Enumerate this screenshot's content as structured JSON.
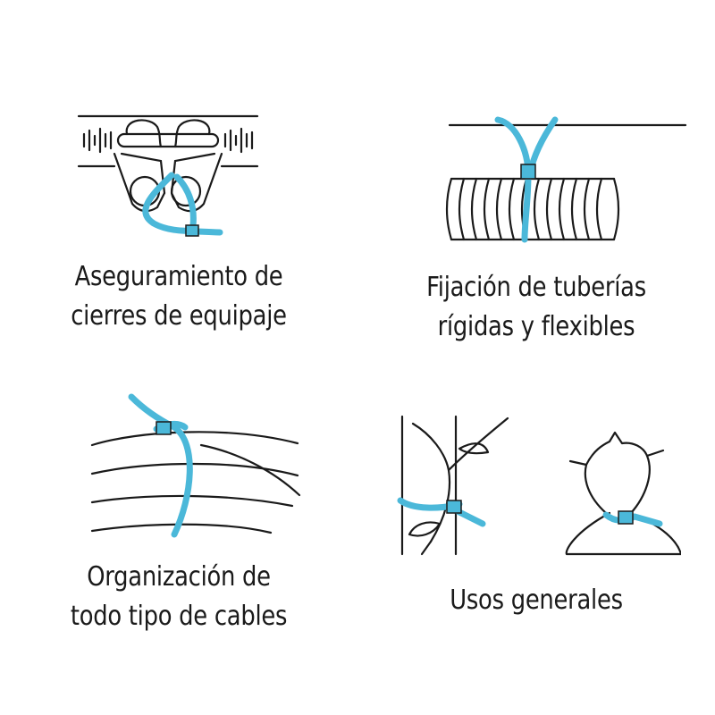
{
  "colors": {
    "tie": "#4bb8d9",
    "line": "#1a1a1a",
    "background": "#ffffff"
  },
  "panels": [
    {
      "id": "luggage",
      "icon": "luggage-zipper-tie-icon",
      "lines": [
        "Aseguramiento de",
        "cierres de equipaje"
      ]
    },
    {
      "id": "pipes",
      "icon": "corrugated-pipe-tie-icon",
      "lines": [
        "Fijación de tuberías",
        "rígidas y flexibles"
      ]
    },
    {
      "id": "cables",
      "icon": "cable-bundle-tie-icon",
      "lines": [
        "Organización de",
        "todo tipo de cables"
      ]
    },
    {
      "id": "general",
      "icon": "plant-and-bag-tie-icon",
      "lines": [
        "Usos generales"
      ]
    }
  ]
}
